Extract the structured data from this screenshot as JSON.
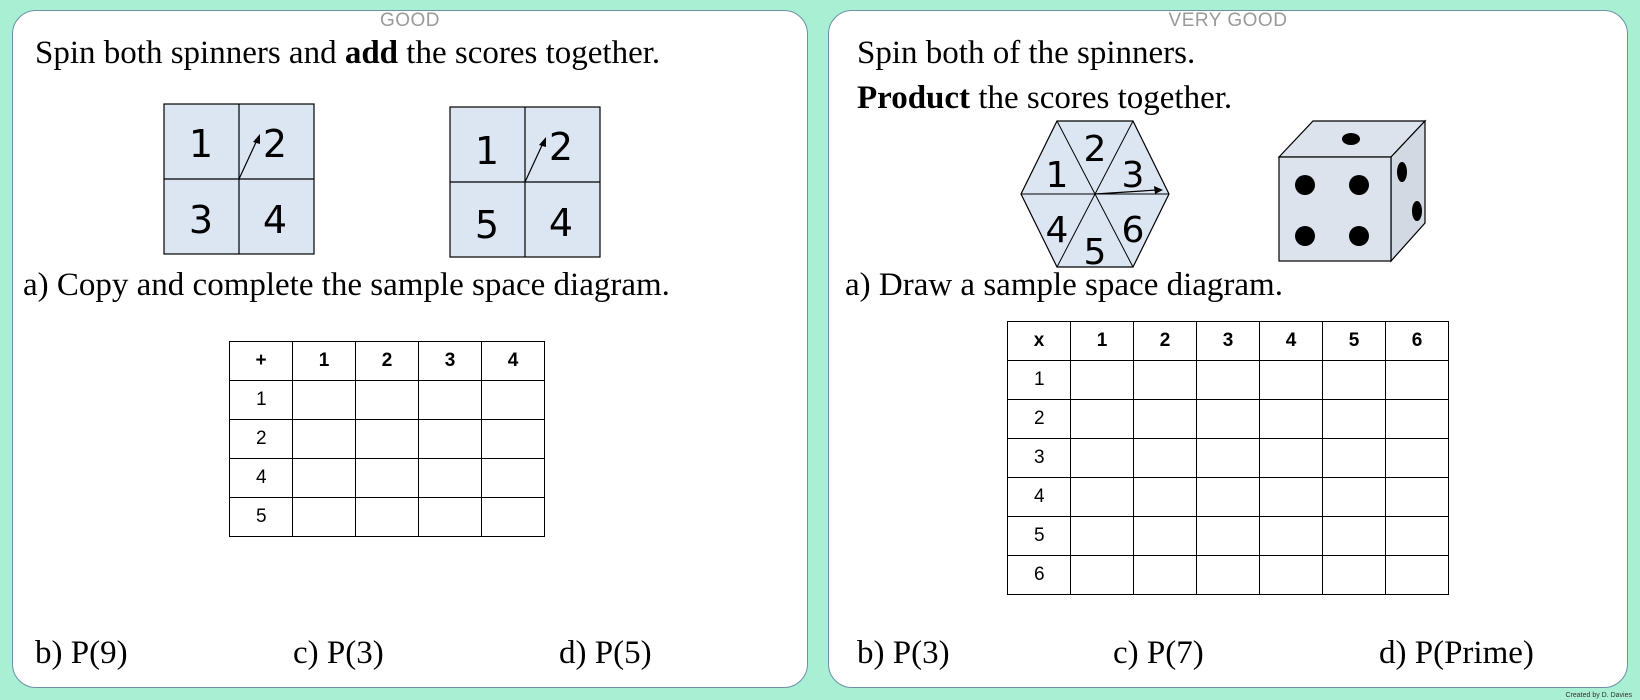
{
  "left": {
    "level": "GOOD",
    "intro_pre": "Spin both spinners and ",
    "intro_bold": "add",
    "intro_post": " the scores together.",
    "spinner1": [
      "1",
      "2",
      "3",
      "4"
    ],
    "spinner2": [
      "1",
      "2",
      "5",
      "4"
    ],
    "question_a": "a) Copy and complete the sample space diagram.",
    "table": {
      "corner": "+",
      "cols": [
        "1",
        "2",
        "3",
        "4"
      ],
      "rows": [
        "1",
        "2",
        "4",
        "5"
      ]
    },
    "question_b": "b) P(9)",
    "question_c": "c) P(3)",
    "question_d": "d) P(5)"
  },
  "right": {
    "level": "VERY GOOD",
    "intro_line1": "Spin both of the spinners.",
    "intro_bold": "Product",
    "intro_post": " the scores together.",
    "hex_spinner": [
      "2",
      "3",
      "6",
      "5",
      "4",
      "1"
    ],
    "die_front_pips": 4,
    "question_a": "a) Draw a sample space diagram.",
    "table": {
      "corner": "x",
      "cols": [
        "1",
        "2",
        "3",
        "4",
        "5",
        "6"
      ],
      "rows": [
        "1",
        "2",
        "3",
        "4",
        "5",
        "6"
      ]
    },
    "question_b": "b) P(3)",
    "question_c": "c) P(7)",
    "question_d": "d) P(Prime)"
  },
  "credit": "Created by D. Davies",
  "colors": {
    "background": "#a8efd3",
    "spinner_fill": "#dce6f2",
    "die_face": "#dde3ec"
  }
}
